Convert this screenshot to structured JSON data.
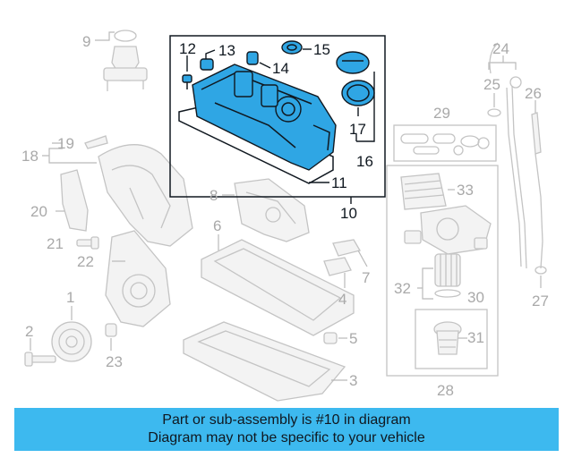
{
  "diagram": {
    "highlighted_assembly": "10",
    "colors": {
      "highlight": "#2fa6e4",
      "outline": "#101820",
      "muted": "#a9a9a9",
      "banner": "#3db9ef"
    },
    "callouts": {
      "c1": "1",
      "c2": "2",
      "c3": "3",
      "c4": "4",
      "c5": "5",
      "c6": "6",
      "c7": "7",
      "c8": "8",
      "c9": "9",
      "c10": "10",
      "c11": "11",
      "c12": "12",
      "c13": "13",
      "c14": "14",
      "c15": "15",
      "c16": "16",
      "c17": "17",
      "c18": "18",
      "c19": "19",
      "c20": "20",
      "c21": "21",
      "c22": "22",
      "c23": "23",
      "c24": "24",
      "c25": "25",
      "c26": "26",
      "c27": "27",
      "c28": "28",
      "c29": "29",
      "c30": "30",
      "c31": "31",
      "c32": "32",
      "c33": "33"
    }
  },
  "notice": {
    "line1": "Part or sub-assembly is #10 in diagram",
    "line2": "Diagram may not be specific to your vehicle"
  }
}
